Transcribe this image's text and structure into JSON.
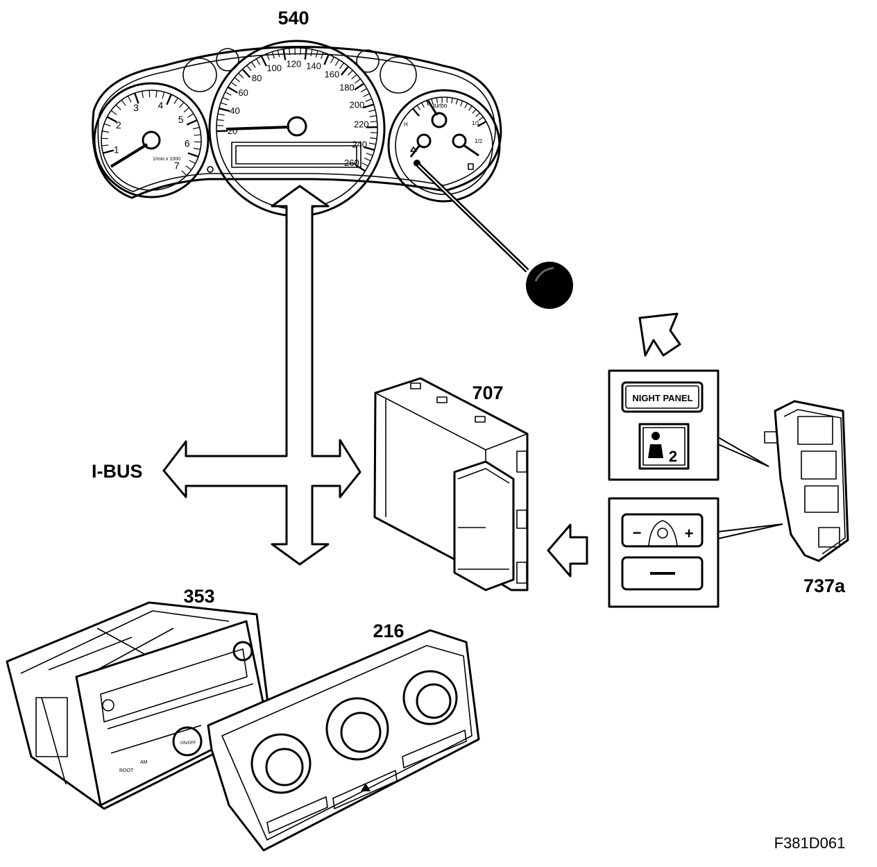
{
  "labels": {
    "instrument_cluster": "540",
    "control_module": "707",
    "switch_panel": "737a",
    "audio_unit": "353",
    "climate_panel": "216",
    "bus": "I-BUS",
    "figure_code": "F381D061"
  },
  "speedometer": {
    "scale": [
      "20",
      "40",
      "60",
      "80",
      "100",
      "120",
      "140",
      "160",
      "180",
      "200",
      "220",
      "240",
      "260"
    ]
  },
  "tachometer": {
    "scale": [
      "1",
      "2",
      "3",
      "4",
      "5",
      "6",
      "7"
    ],
    "unit": "1/min x 1000"
  },
  "gauges": {
    "turbo": "turbo",
    "fuel_half": "1/2",
    "fuel_full": "1/1",
    "temp_high": "H"
  },
  "switches": {
    "night_panel": "NIGHT PANEL",
    "seatbelt_count": "2",
    "minus": "−",
    "plus": "+"
  },
  "audio": {
    "button_a": "ROOT",
    "button_b": "AM",
    "button_c": "ON/OFF"
  }
}
